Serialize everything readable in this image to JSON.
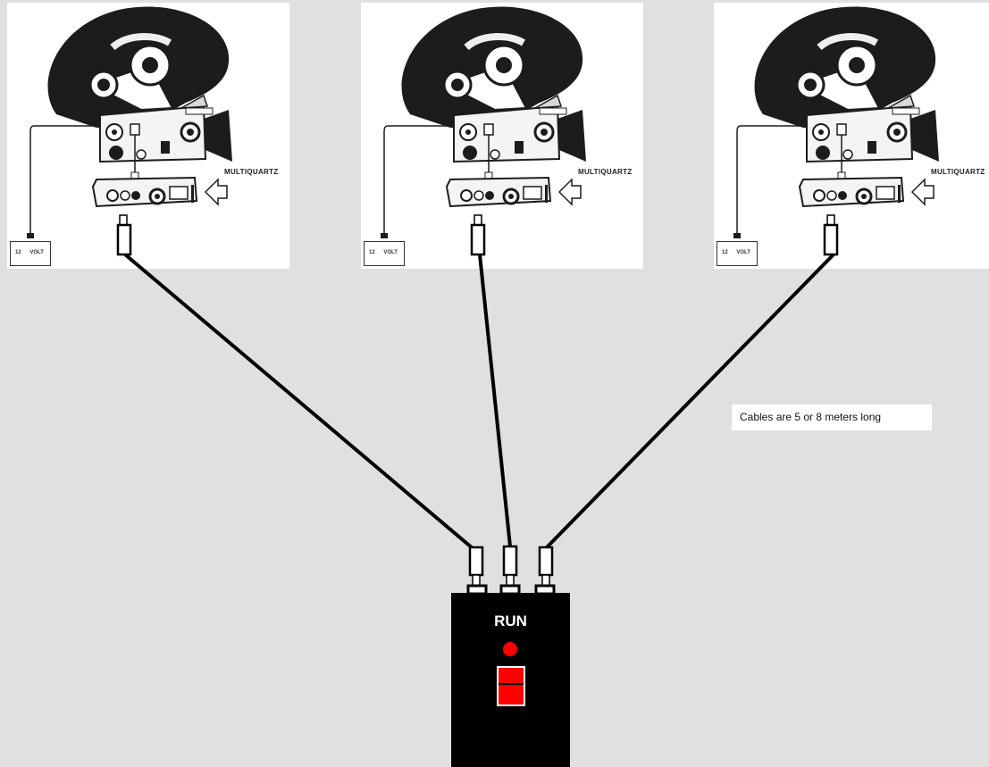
{
  "diagram": {
    "cameras": [
      {
        "label": "MULTIQUARTZ",
        "battery_label": "12 VOLT"
      },
      {
        "label": "MULTIQUARTZ",
        "battery_label": "12 VOLT"
      },
      {
        "label": "MULTIQUARTZ",
        "battery_label": "12 VOLT"
      }
    ],
    "note": "Cables are 5 or 8 meters long",
    "controller": {
      "label": "RUN",
      "indicator_color": "#ff0000",
      "switch_color": "#ff0000"
    }
  },
  "colors": {
    "background": "#e0e0e0",
    "panel": "#ffffff",
    "cable": "#000000",
    "controller": "#000000"
  }
}
